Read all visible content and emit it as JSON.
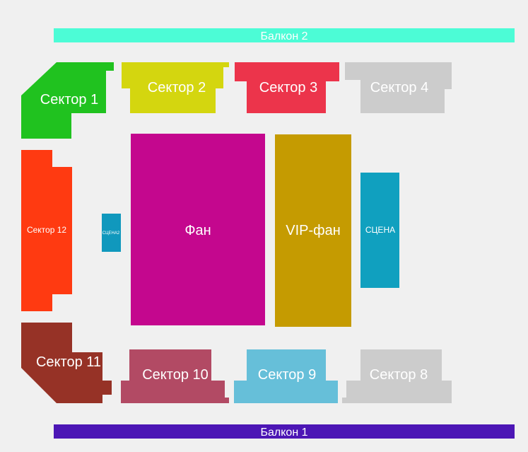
{
  "balconies": {
    "top": {
      "label": "Балкон 2",
      "color": "#4cfcd6"
    },
    "bottom": {
      "label": "Балкон 1",
      "color": "#4c16b5"
    }
  },
  "sectors": {
    "s1": {
      "label": "Сектор 1",
      "color": "#20c21f"
    },
    "s2": {
      "label": "Сектор 2",
      "color": "#d4d60f"
    },
    "s3": {
      "label": "Сектор 3",
      "color": "#ec344b"
    },
    "s4": {
      "label": "Сектор 4",
      "color": "#cccccc"
    },
    "s8": {
      "label": "Сектор 8",
      "color": "#cccccc"
    },
    "s9": {
      "label": "Сектор 9",
      "color": "#66bfd9"
    },
    "s10": {
      "label": "Сектор 10",
      "color": "#b24a64"
    },
    "s11": {
      "label": "Сектор 11",
      "color": "#963226"
    },
    "s12": {
      "label": "Сектор 12",
      "color": "#ff3a11"
    }
  },
  "floor": {
    "fan": {
      "label": "Фан",
      "color": "#c4078e"
    },
    "vip": {
      "label": "VIP-фан",
      "color": "#c59b01"
    }
  },
  "stages": {
    "main": {
      "label": "СЦЕНА",
      "color": "#10a0bf"
    },
    "small": {
      "label": "СЦЕНА2",
      "color": "#1098bd"
    }
  }
}
